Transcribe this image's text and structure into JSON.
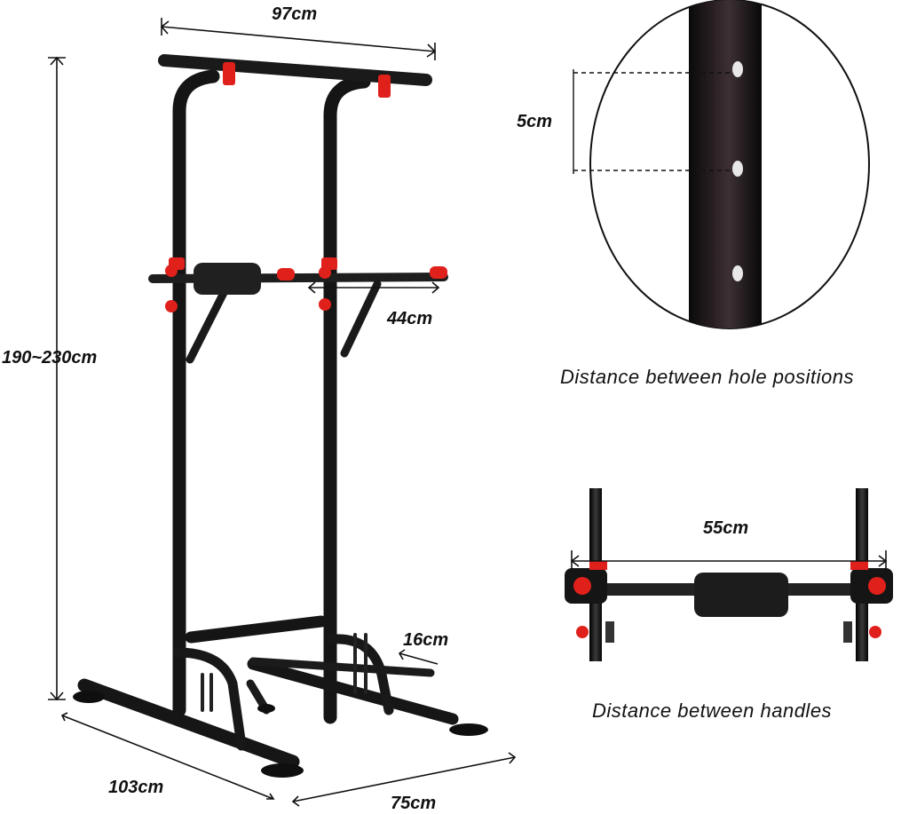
{
  "dimensions": {
    "top_width": "97cm",
    "height_range": "190~230cm",
    "dip_bar_length": "44cm",
    "foot_bar": "16cm",
    "base_length": "103cm",
    "base_width": "75cm",
    "hole_spacing": "5cm",
    "handle_distance": "55cm"
  },
  "captions": {
    "holes": "Distance between hole positions",
    "handles": "Distance between handles"
  },
  "colors": {
    "frame": "#1a1a1a",
    "accent": "#e0201b",
    "line": "#111111"
  }
}
